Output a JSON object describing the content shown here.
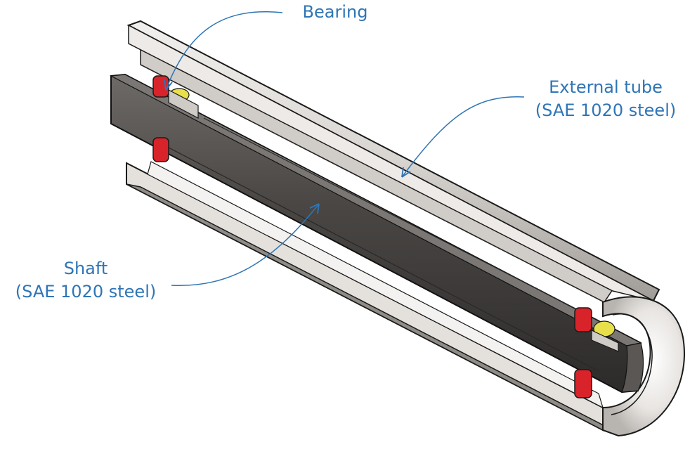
{
  "labels": {
    "bearing": {
      "text": "Bearing"
    },
    "external_tube": {
      "line1": "External tube",
      "line2": "(SAE 1020 steel)"
    },
    "shaft": {
      "line1": "Shaft",
      "line2": "(SAE 1020 steel)"
    }
  },
  "colors": {
    "label_text": "#2E75B6",
    "leader_line": "#2E75B6",
    "tube_light": "#E9E6E2",
    "tube_mid": "#C9C5C0",
    "tube_dark": "#5E5A57",
    "shaft_dark": "#3F3D3B",
    "bearing_race": "#D8232A",
    "bearing_ball": "#E8E04A",
    "outline": "#1A1A1A"
  }
}
